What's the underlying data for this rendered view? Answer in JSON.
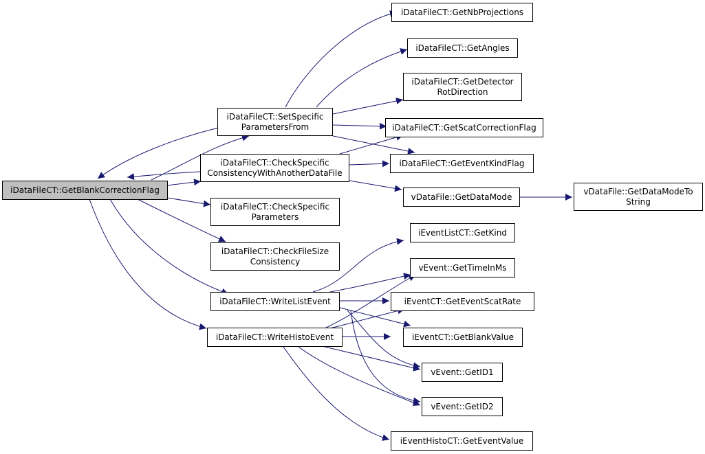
{
  "nodes": {
    "root": [
      "iDataFileCT::GetBlankCorrectionFlag"
    ],
    "setSpecific": [
      "iDataFileCT::SetSpecific",
      "ParametersFrom"
    ],
    "checkSpecCons": [
      "iDataFileCT::CheckSpecific",
      "ConsistencyWithAnotherDataFile"
    ],
    "checkSpecParams": [
      "iDataFileCT::CheckSpecific",
      "Parameters"
    ],
    "checkFileSize": [
      "iDataFileCT::CheckFileSize",
      "Consistency"
    ],
    "writeListEvent": [
      "iDataFileCT::WriteListEvent"
    ],
    "writeHistoEvent": [
      "iDataFileCT::WriteHistoEvent"
    ],
    "getNbProjections": [
      "iDataFileCT::GetNbProjections"
    ],
    "getAngles": [
      "iDataFileCT::GetAngles"
    ],
    "getDetectorRot": [
      "iDataFileCT::GetDetector",
      "RotDirection"
    ],
    "getScatCorr": [
      "iDataFileCT::GetScatCorrectionFlag"
    ],
    "getEventKindFlag": [
      "iDataFileCT::GetEventKindFlag"
    ],
    "getDataMode": [
      "vDataFile::GetDataMode"
    ],
    "getDataModeToString": [
      "vDataFile::GetDataModeTo",
      "String"
    ],
    "getKind": [
      "iEventListCT::GetKind"
    ],
    "getTimeInMs": [
      "vEvent::GetTimeInMs"
    ],
    "getEventScatRate": [
      "iEventCT::GetEventScatRate"
    ],
    "getBlankValue": [
      "iEventCT::GetBlankValue"
    ],
    "getID1": [
      "vEvent::GetID1"
    ],
    "getID2": [
      "vEvent::GetID2"
    ],
    "getEventValue": [
      "iEventHistoCT::GetEventValue"
    ]
  },
  "colors": {
    "edge": "#191970",
    "root_fill": "#bfbfbf",
    "node_border": "#000000"
  }
}
